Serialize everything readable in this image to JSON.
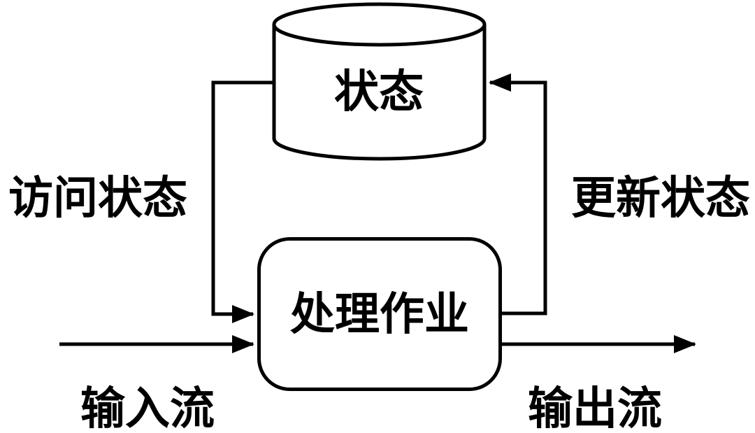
{
  "diagram": {
    "title": "stateful-stream-processing-diagram",
    "colors": {
      "stroke": "#000000",
      "shape_fill": "#ffffff",
      "background": "#ffffff"
    },
    "nodes": {
      "state": {
        "label": "状态",
        "shape": "cylinder"
      },
      "processor": {
        "label": "处理作业",
        "shape": "rounded-rectangle"
      }
    },
    "edges": {
      "access_state": {
        "label": "访问状态",
        "from": "state",
        "to": "processor",
        "arrow": "into-processor-left"
      },
      "update_state": {
        "label": "更新状态",
        "from": "processor",
        "to": "state",
        "arrow": "into-state-right"
      },
      "input_stream": {
        "label": "输入流",
        "to": "processor",
        "arrow": "into-processor-left"
      },
      "output_stream": {
        "label": "输出流",
        "from": "processor",
        "arrow": "out-right"
      }
    }
  }
}
